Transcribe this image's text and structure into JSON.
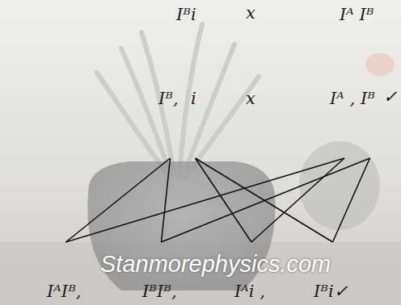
{
  "diagram": {
    "nodes": [
      {
        "text": [
          "Iᴮ,"
        ]
      },
      {
        "text": [
          "i"
        ]
      },
      {
        "text": [
          "Iᴬ ,"
        ]
      },
      {
        "text": [
          "Iᴮ"
        ]
      },
      {
        "text": [
          "IᴬIᴮ,"
        ]
      },
      {
        "text": [
          "IᴮIᴮ,"
        ]
      },
      {
        "text": [
          "Iᴬi ,"
        ]
      },
      {
        "text": [
          "Iᴮi✓"
        ]
      }
    ],
    "edges": [
      {
        "from": 0,
        "to": 4,
        "arrow": "none"
      },
      {
        "from": 2,
        "to": 4,
        "arrow": "none"
      },
      {
        "from": 0,
        "to": 5,
        "arrow": "none"
      },
      {
        "from": 3,
        "to": 5,
        "arrow": "none"
      },
      {
        "from": 1,
        "to": 6,
        "arrow": "none"
      },
      {
        "from": 2,
        "to": 6,
        "arrow": "none"
      },
      {
        "from": 1,
        "to": 7,
        "arrow": "none"
      },
      {
        "from": 3,
        "to": 7,
        "arrow": "none"
      }
    ],
    "labels": [
      "Iᴮi",
      "x",
      "Iᴬ Iᴮ",
      "x",
      "✓",
      "Stanmorephysics.com"
    ]
  }
}
